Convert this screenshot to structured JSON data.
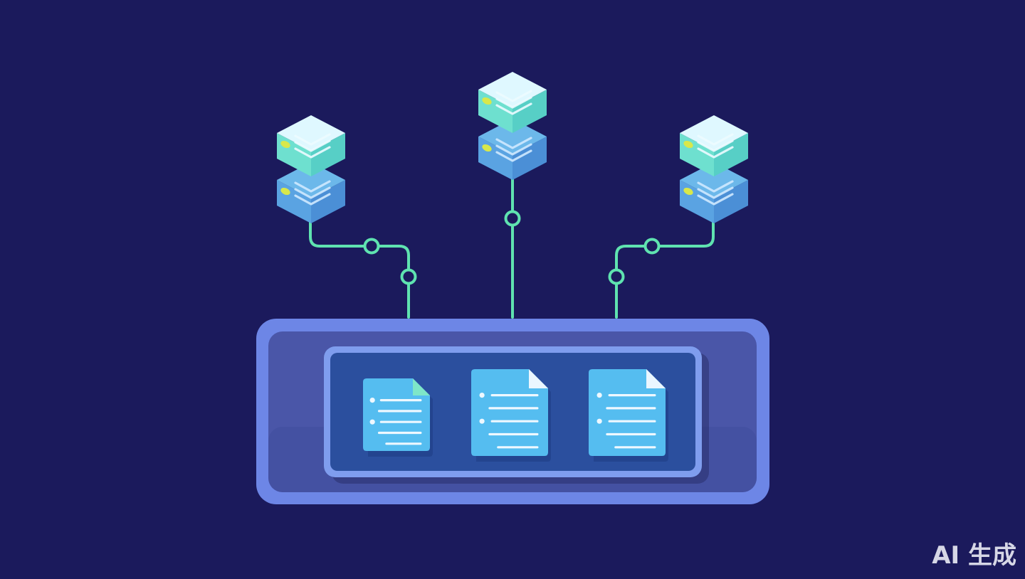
{
  "colors": {
    "background": "#1b1a5c",
    "connector": "#5fe3b0",
    "server_top": "#7be8d8",
    "server_top_light": "#dff8ff",
    "server_bottom": "#63a7e6",
    "server_led": "#d8e84a",
    "container_outer": "#6d86e6",
    "container_inner": "#4a56a8",
    "tray_border": "#7f9dee",
    "tray_fill": "#2b4f9e",
    "document": "#55bdf0",
    "document_fold": "#eaf6ff",
    "document_fold_accent": "#7ee6c8"
  },
  "diagram": {
    "servers": [
      {
        "id": "server-left",
        "icon": "database-server-icon"
      },
      {
        "id": "server-center",
        "icon": "database-server-icon"
      },
      {
        "id": "server-right",
        "icon": "database-server-icon"
      }
    ],
    "container": {
      "icon": "storage-container"
    },
    "documents": [
      {
        "id": "document-1",
        "icon": "document-icon",
        "lines": 5,
        "bullets": 2
      },
      {
        "id": "document-2",
        "icon": "document-icon",
        "lines": 5,
        "bullets": 2
      },
      {
        "id": "document-3",
        "icon": "document-icon",
        "lines": 5,
        "bullets": 2
      }
    ]
  },
  "watermark": {
    "text": "AI 生成"
  }
}
